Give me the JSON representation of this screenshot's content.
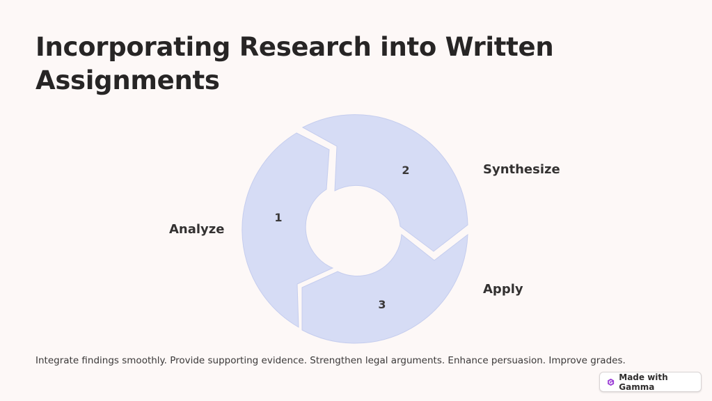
{
  "slide": {
    "title": "Incorporating Research into Written Assignments",
    "description": "Integrate findings smoothly. Provide supporting evidence. Strengthen legal arguments. Enhance persuasion. Improve grades."
  },
  "cycle": {
    "steps": [
      {
        "number": "1",
        "label": "Analyze"
      },
      {
        "number": "2",
        "label": "Synthesize"
      },
      {
        "number": "3",
        "label": "Apply"
      }
    ],
    "segment_color": "#d6dcf5"
  },
  "badge": {
    "label": "Made with Gamma",
    "icon": "gamma-logo-icon",
    "icon_color": "#9b3fd6"
  }
}
